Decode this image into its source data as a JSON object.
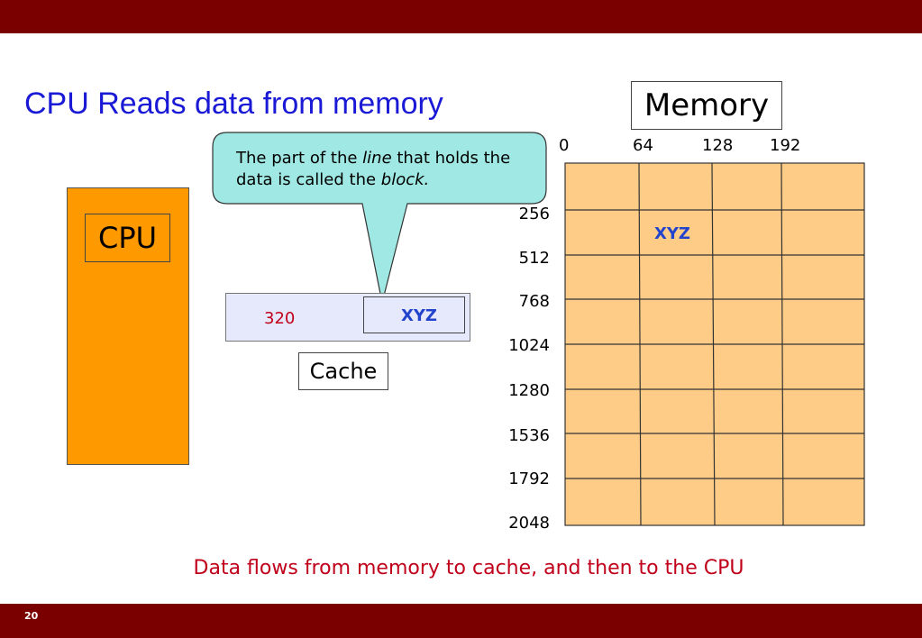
{
  "slide": {
    "title": "CPU Reads data from memory",
    "page_number": "20",
    "caption": "Data flows from memory to cache, and then to the CPU"
  },
  "cpu": {
    "label": "CPU"
  },
  "callout": {
    "text_1": "The part of the ",
    "text_line": "line",
    "text_2": " that holds the data is called the ",
    "text_block": "block."
  },
  "cache": {
    "label": "Cache",
    "tag": "320",
    "block_data": "XYZ"
  },
  "memory": {
    "label": "Memory",
    "column_offsets": [
      "0",
      "64",
      "128",
      "192"
    ],
    "row_addresses": [
      "256",
      "512",
      "768",
      "1024",
      "1280",
      "1536",
      "1792",
      "2048"
    ],
    "cell_data": "XYZ"
  },
  "colors": {
    "top_bar": "#7a0000",
    "title": "#1a1ad6",
    "cpu": "#ff9900",
    "callout": "#a0e8e3",
    "cache": "#e6e9fb",
    "memory": "#ffcc88",
    "tag": "#c0001a",
    "data": "#2244cc"
  }
}
